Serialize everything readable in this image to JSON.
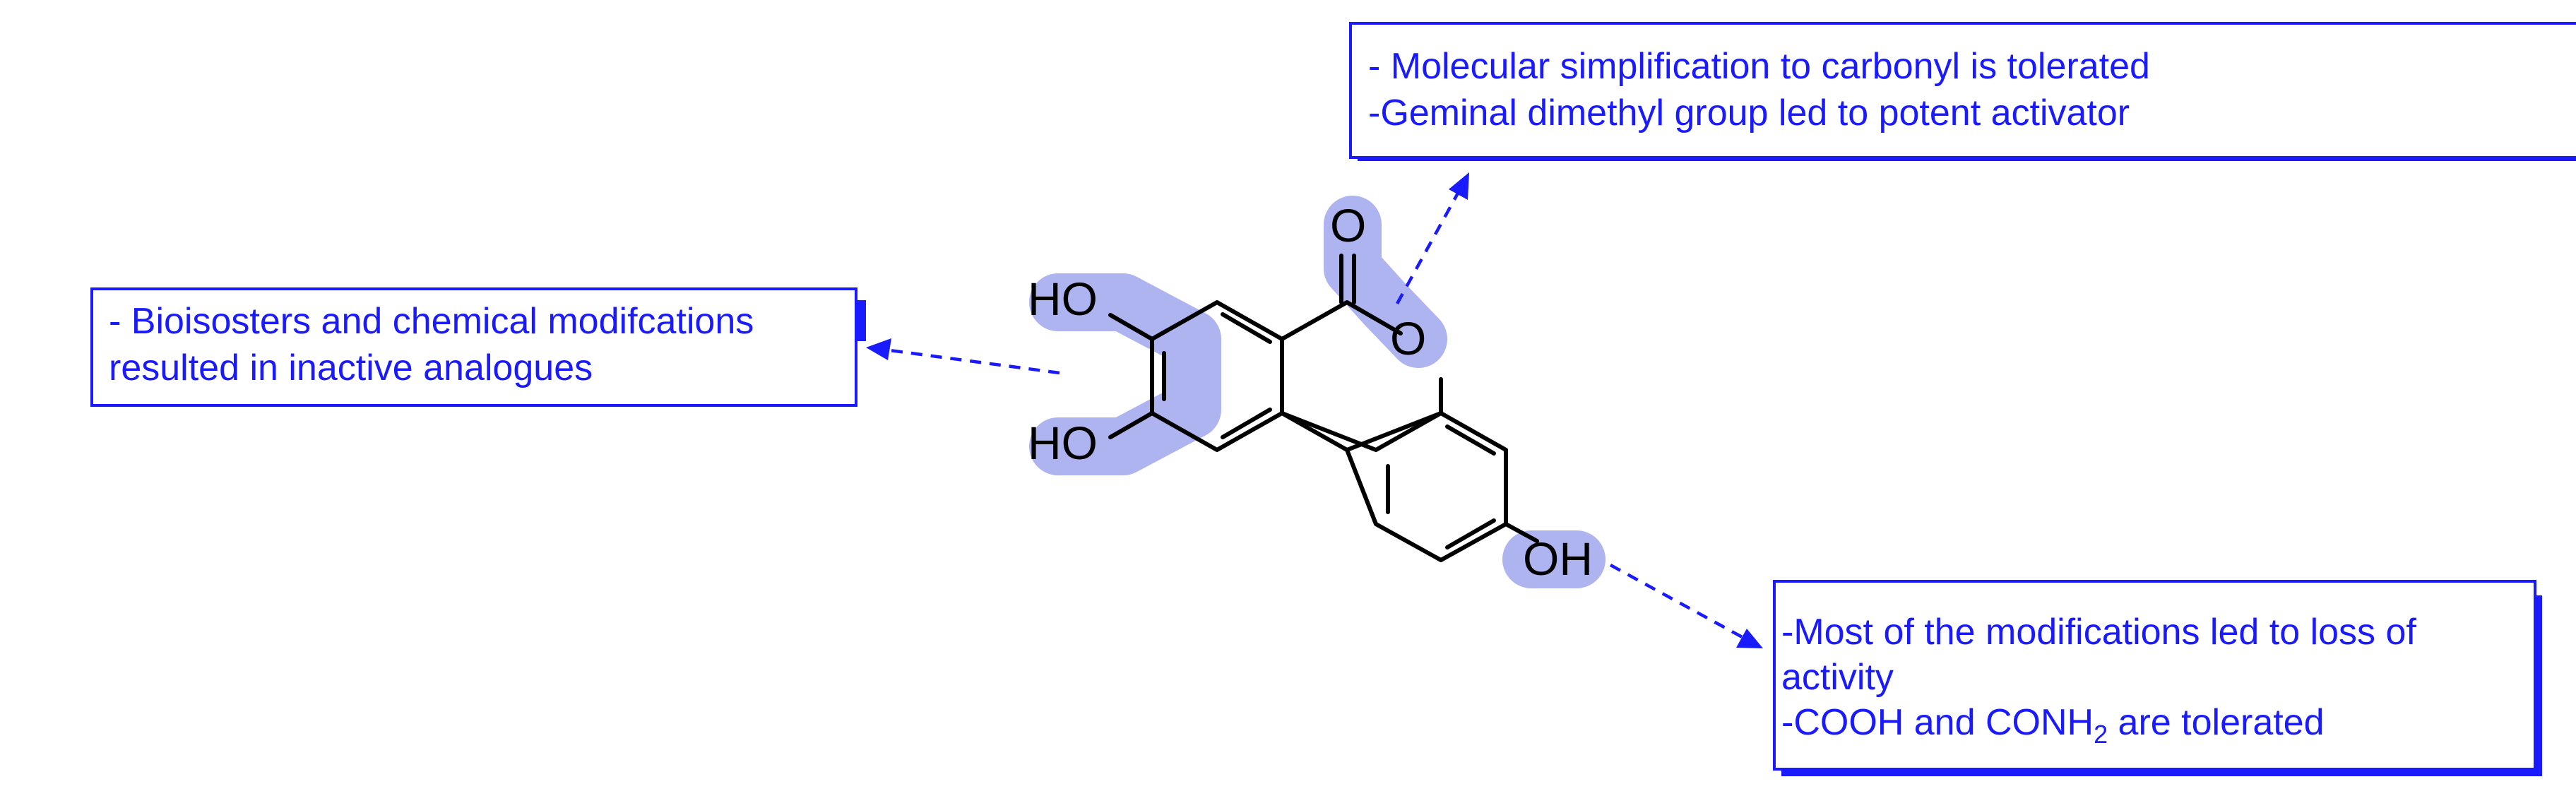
{
  "diagram": {
    "atom_labels": {
      "ho_top": "HO",
      "ho_bottom": "HO",
      "carbonyl_o": "O",
      "ring_o": "O",
      "oh_right": "OH"
    },
    "colors": {
      "annotation": "#1a1aff",
      "highlight": "#aeb4f0",
      "bond": "#000000"
    },
    "annotations": {
      "left": {
        "lines": [
          "- Bioisosters and chemical modifcations",
          "resulted in inactive analogues"
        ]
      },
      "top": {
        "lines": [
          "- Molecular simplification to carbonyl is tolerated",
          "-Geminal dimethyl group led to potent activator"
        ]
      },
      "right": {
        "line1": "-Most of the modifications led to loss of",
        "line2": "activity",
        "line3_prefix": "-COOH and CONH",
        "line3_subscript": "2",
        "line3_suffix": " are tolerated"
      }
    }
  }
}
